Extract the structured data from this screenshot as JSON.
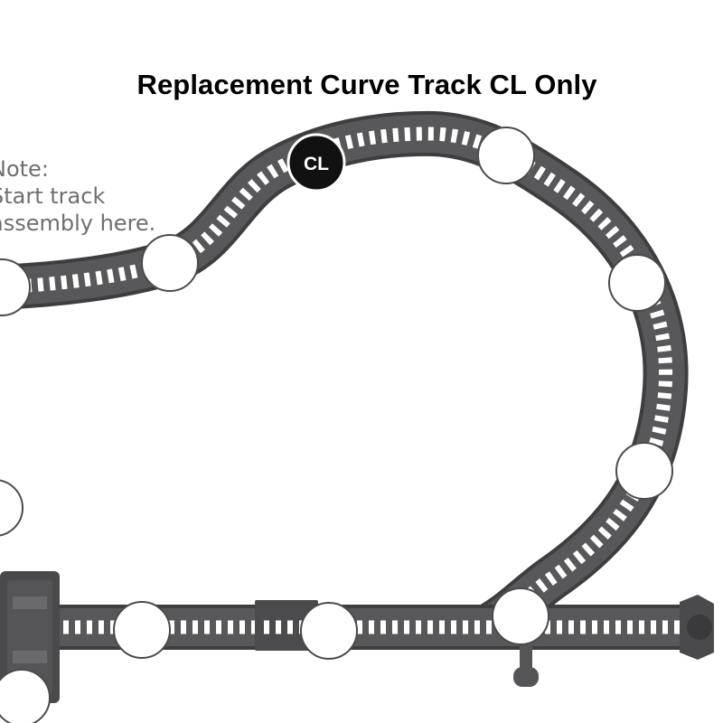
{
  "title": "Replacement Curve Track CL Only",
  "note": {
    "line1": "Note:",
    "line2": "Start track",
    "line3": "assembly here."
  },
  "highlighted_marker": {
    "label": "CL",
    "fill_color": "#111111",
    "text_color": "#ffffff"
  },
  "colors": {
    "track": "#58585a",
    "track_edge": "#3e3e40",
    "sleeper": "#ffffff",
    "marker_fill": "#ffffff",
    "marker_stroke": "#4a4a4a",
    "note_text": "#6f6f6f"
  }
}
